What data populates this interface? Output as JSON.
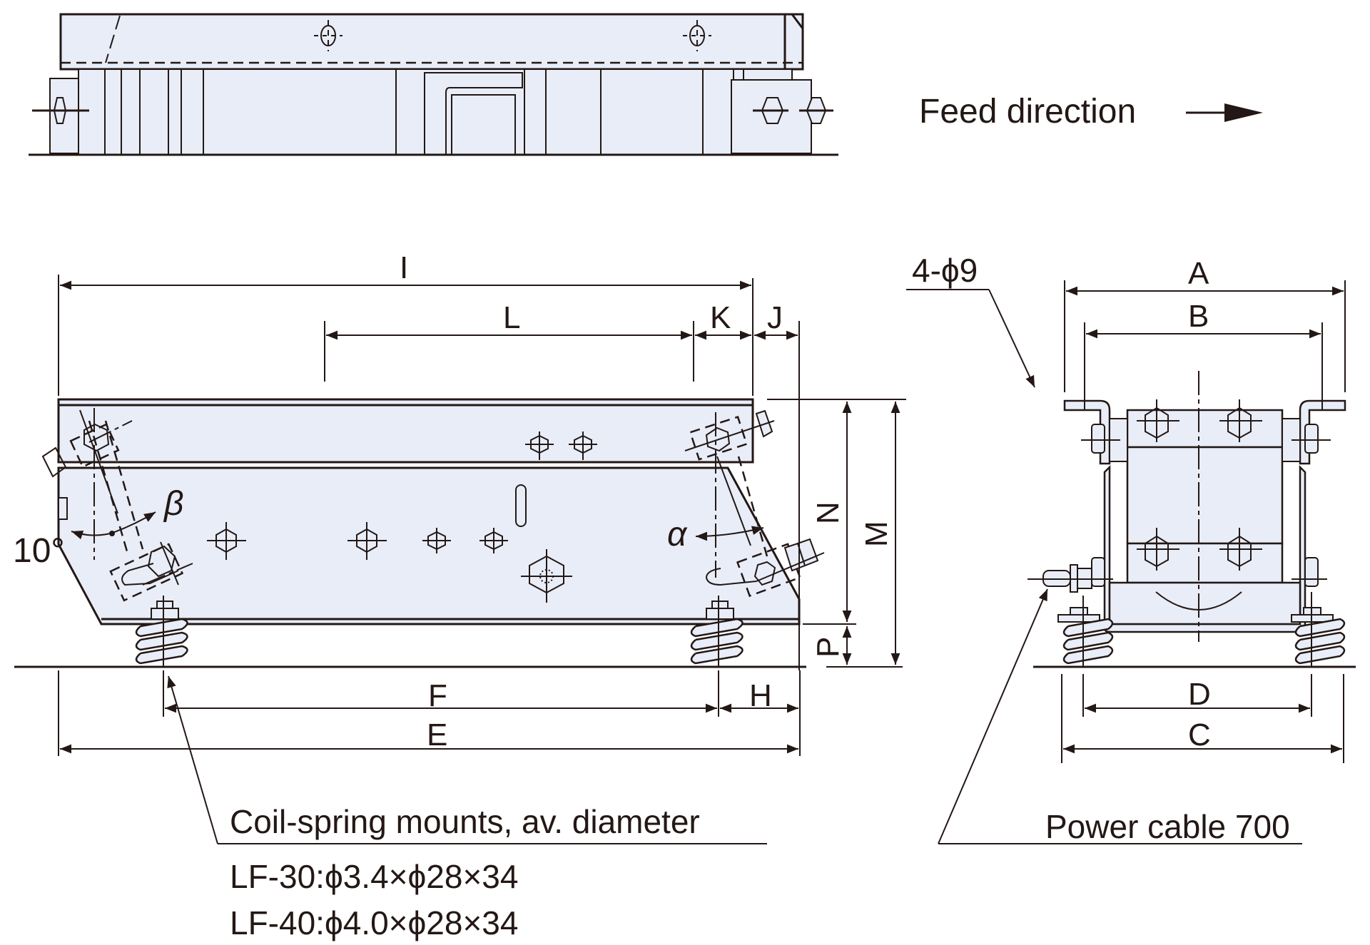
{
  "feed_direction": {
    "label": "Feed direction"
  },
  "dimensions": {
    "top_side_view": [
      "I",
      "L",
      "K",
      "J"
    ],
    "vertical": [
      "N",
      "M",
      "P"
    ],
    "bottom_side_view": [
      "F",
      "H",
      "E"
    ],
    "end_view_top": [
      "A",
      "B"
    ],
    "end_view_bottom": [
      "D",
      "C"
    ],
    "labels": {
      "I": "I",
      "L": "L",
      "K": "K",
      "J": "J",
      "N": "N",
      "M": "M",
      "P": "P",
      "F": "F",
      "H": "H",
      "E": "E",
      "A": "A",
      "B": "B",
      "C": "C",
      "D": "D"
    }
  },
  "angles": {
    "tilt": "10°",
    "beta": "β",
    "alpha": "α"
  },
  "mount_holes": {
    "label": "4-ϕ9"
  },
  "coil_spring_note": {
    "title": "Coil-spring mounts, av. diameter",
    "lines": [
      "LF-30:ϕ3.4×ϕ28×34",
      "LF-40:ϕ4.0×ϕ28×34"
    ]
  },
  "power_cable": {
    "label": "Power cable 700"
  },
  "colors": {
    "line": "#231815",
    "body_fill": "#e8edf8",
    "background": "#ffffff"
  }
}
